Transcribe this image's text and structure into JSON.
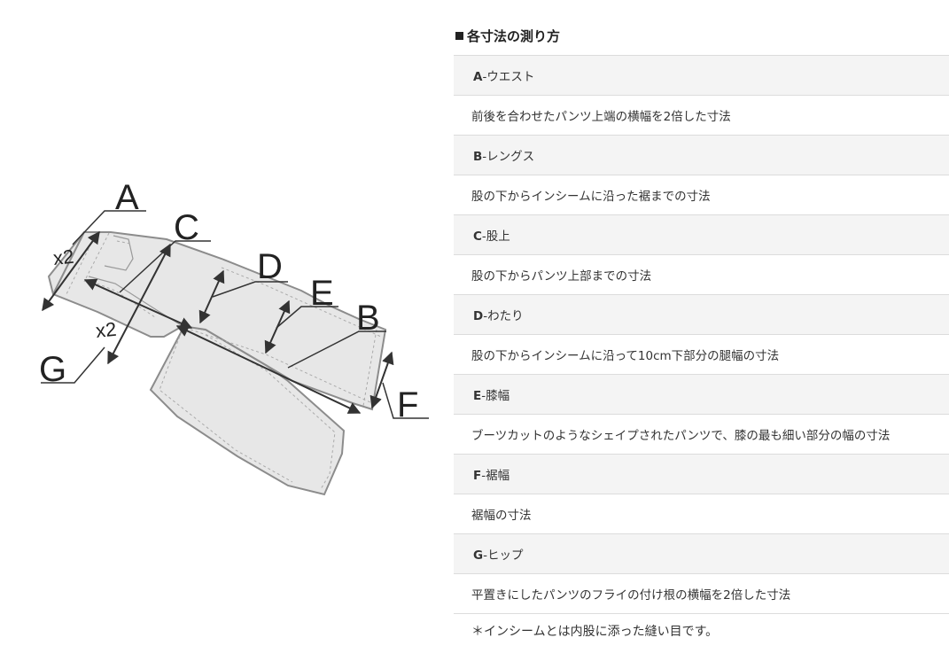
{
  "diagram": {
    "labels": {
      "a": "A",
      "b": "B",
      "c": "C",
      "d": "D",
      "e": "E",
      "f": "F",
      "g": "G"
    },
    "multiplier_a": "x2",
    "multiplier_g": "x2"
  },
  "section": {
    "title": "各寸法の測り方",
    "items": [
      {
        "key": "A",
        "name": "-ウエスト",
        "desc": "前後を合わせたパンツ上端の横幅を2倍した寸法"
      },
      {
        "key": "B",
        "name": "-レングス",
        "desc": "股の下からインシームに沿った裾までの寸法"
      },
      {
        "key": "C",
        "name": "-股上",
        "desc": "股の下からパンツ上部までの寸法"
      },
      {
        "key": "D",
        "name": "-わたり",
        "desc": "股の下からインシームに沿って10cm下部分の腿幅の寸法"
      },
      {
        "key": "E",
        "name": "-膝幅",
        "desc": "ブーツカットのようなシェイプされたパンツで、膝の最も細い部分の幅の寸法"
      },
      {
        "key": "F",
        "name": "-裾幅",
        "desc": "裾幅の寸法"
      },
      {
        "key": "G",
        "name": "-ヒップ",
        "desc": "平置きにしたパンツのフライの付け根の横幅を2倍した寸法"
      }
    ],
    "note": "＊インシームとは内股に添った縫い目です。"
  }
}
